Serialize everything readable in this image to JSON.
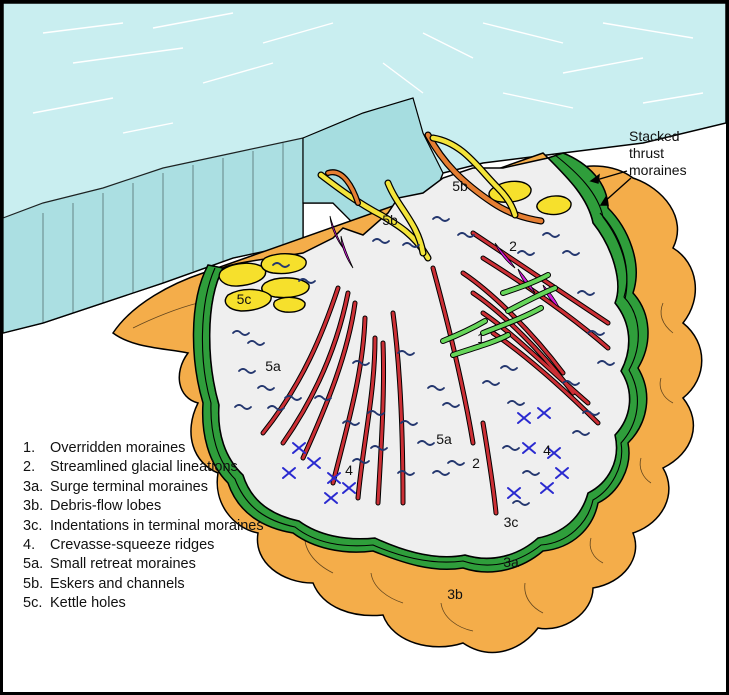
{
  "labels": {
    "stacked_thrust": [
      "Stacked",
      "thrust",
      "moraines"
    ],
    "overridden": "1",
    "streamlined_a": "2",
    "streamlined_b": "2",
    "surge_terminal": "3a",
    "debris_flow": "3b",
    "indentation": "3c",
    "crevasse_a": "4",
    "crevasse_b": "4",
    "retreat_a": "5a",
    "retreat_b": "5a",
    "esker_a": "5b",
    "esker_b": "5b",
    "kettle": "5c"
  },
  "legend": [
    {
      "num": "1.",
      "text": "Overridden moraines"
    },
    {
      "num": "2.",
      "text": "Streamlined glacial lineations"
    },
    {
      "num": "3a.",
      "text": "Surge terminal moraines"
    },
    {
      "num": "3b.",
      "text": "Debris-flow lobes"
    },
    {
      "num": "3c.",
      "text": "Indentations in terminal moraines"
    },
    {
      "num": "4.",
      "text": "Crevasse-squeeze ridges"
    },
    {
      "num": "5a.",
      "text": "Small retreat moraines"
    },
    {
      "num": "5b.",
      "text": "Eskers and channels"
    },
    {
      "num": "5c.",
      "text": "Kettle holes"
    }
  ],
  "colors": {
    "ice": "#c9eef0",
    "ice_face": "#a6dde0",
    "till_floor": "#efefef",
    "terminal_moraine": "#2f9e3b",
    "debris_lobes": "#f4ad4a",
    "lineations": "#cc2f35",
    "crevasse_ridges": "#2a2ad0",
    "retreat_moraines": "#23366e",
    "eskers": "#f3e43a",
    "channels": "#e57e32",
    "overridden_moraines": "#66d65a",
    "drumlins": "#d21ad8",
    "kettles": "#f6e02c"
  }
}
